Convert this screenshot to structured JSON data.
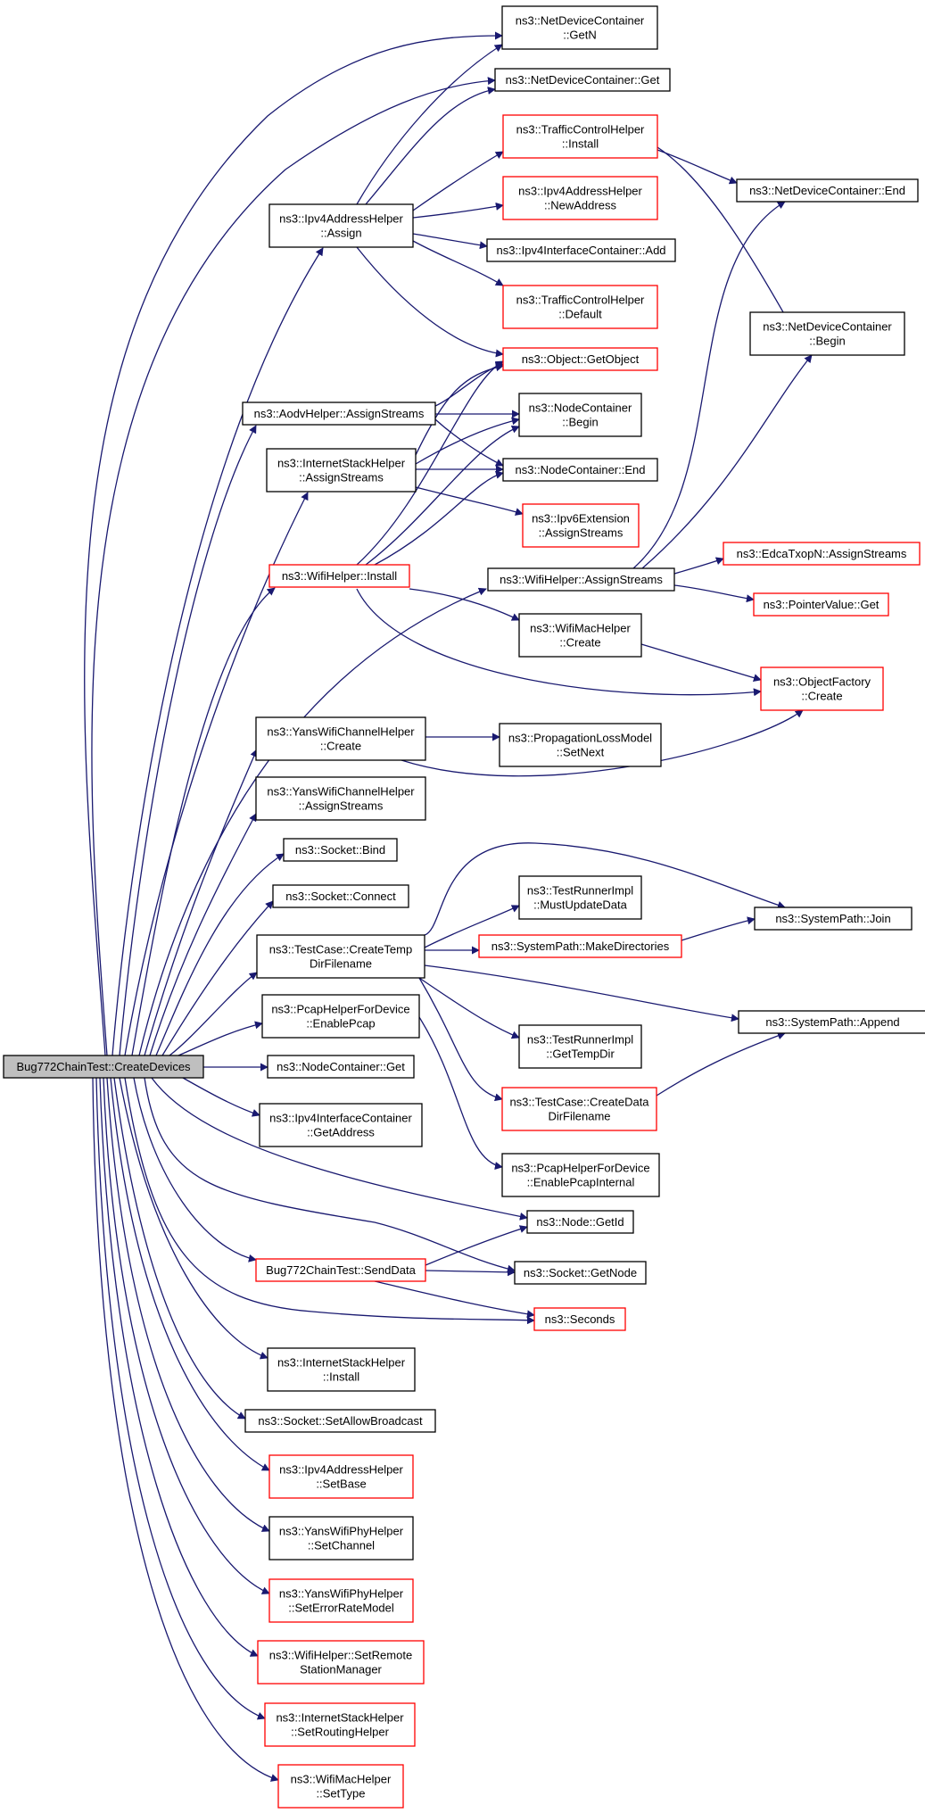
{
  "colors": {
    "edge": "#191970",
    "linked_border": "#000000",
    "undocumented_border": "#ff0000",
    "root_fill": "#bfbfbf"
  },
  "nodes": {
    "root": {
      "lines": [
        "Bug772ChainTest::CreateDevices"
      ],
      "style": "root"
    },
    "ndc_getn": {
      "lines": [
        "ns3::NetDeviceContainer",
        "::GetN"
      ],
      "style": "black"
    },
    "ndc_get": {
      "lines": [
        "ns3::NetDeviceContainer::Get"
      ],
      "style": "black"
    },
    "tch_install": {
      "lines": [
        "ns3::TrafficControlHelper",
        "::Install"
      ],
      "style": "red"
    },
    "ndc_end": {
      "lines": [
        "ns3::NetDeviceContainer::End"
      ],
      "style": "black"
    },
    "ipv4ah_newaddress": {
      "lines": [
        "ns3::Ipv4AddressHelper",
        "::NewAddress"
      ],
      "style": "red"
    },
    "ipv4ah_assign": {
      "lines": [
        "ns3::Ipv4AddressHelper",
        "::Assign"
      ],
      "style": "black"
    },
    "ipv4ic_add": {
      "lines": [
        "ns3::Ipv4InterfaceContainer::Add"
      ],
      "style": "black"
    },
    "tch_default": {
      "lines": [
        "ns3::TrafficControlHelper",
        "::Default"
      ],
      "style": "red"
    },
    "ndc_begin": {
      "lines": [
        "ns3::NetDeviceContainer",
        "::Begin"
      ],
      "style": "black"
    },
    "object_getobject": {
      "lines": [
        "ns3::Object::GetObject"
      ],
      "style": "red"
    },
    "aodv_assignstreams": {
      "lines": [
        "ns3::AodvHelper::AssignStreams"
      ],
      "style": "black"
    },
    "nc_begin": {
      "lines": [
        "ns3::NodeContainer",
        "::Begin"
      ],
      "style": "black"
    },
    "ish_assignstreams": {
      "lines": [
        "ns3::InternetStackHelper",
        "::AssignStreams"
      ],
      "style": "black"
    },
    "nc_end": {
      "lines": [
        "ns3::NodeContainer::End"
      ],
      "style": "black"
    },
    "ipv6ext_assignstreams": {
      "lines": [
        "ns3::Ipv6Extension",
        "::AssignStreams"
      ],
      "style": "red"
    },
    "edca_assignstreams": {
      "lines": [
        "ns3::EdcaTxopN::AssignStreams"
      ],
      "style": "red"
    },
    "wifi_install": {
      "lines": [
        "ns3::WifiHelper::Install"
      ],
      "style": "red"
    },
    "wifi_assignstreams": {
      "lines": [
        "ns3::WifiHelper::AssignStreams"
      ],
      "style": "black"
    },
    "pointervalue_get": {
      "lines": [
        "ns3::PointerValue::Get"
      ],
      "style": "red"
    },
    "wifimac_create": {
      "lines": [
        "ns3::WifiMacHelper",
        "::Create"
      ],
      "style": "black"
    },
    "objectfactory_create": {
      "lines": [
        "ns3::ObjectFactory",
        "::Create"
      ],
      "style": "red"
    },
    "yanschan_create": {
      "lines": [
        "ns3::YansWifiChannelHelper",
        "::Create"
      ],
      "style": "black"
    },
    "plm_setnext": {
      "lines": [
        "ns3::PropagationLossModel",
        "::SetNext"
      ],
      "style": "black"
    },
    "yanschan_assignstreams": {
      "lines": [
        "ns3::YansWifiChannelHelper",
        "::AssignStreams"
      ],
      "style": "black"
    },
    "socket_bind": {
      "lines": [
        "ns3::Socket::Bind"
      ],
      "style": "black"
    },
    "socket_connect": {
      "lines": [
        "ns3::Socket::Connect"
      ],
      "style": "black"
    },
    "tri_mustupdate": {
      "lines": [
        "ns3::TestRunnerImpl",
        "::MustUpdateData"
      ],
      "style": "black"
    },
    "systempath_join": {
      "lines": [
        "ns3::SystemPath::Join"
      ],
      "style": "black"
    },
    "testcase_createtemp": {
      "lines": [
        "ns3::TestCase::CreateTemp",
        "DirFilename"
      ],
      "style": "black"
    },
    "systempath_makedirs": {
      "lines": [
        "ns3::SystemPath::MakeDirectories"
      ],
      "style": "red"
    },
    "pcap_enablepcap": {
      "lines": [
        "ns3::PcapHelperForDevice",
        "::EnablePcap"
      ],
      "style": "black"
    },
    "systempath_append": {
      "lines": [
        "ns3::SystemPath::Append"
      ],
      "style": "black"
    },
    "tri_gettempdir": {
      "lines": [
        "ns3::TestRunnerImpl",
        "::GetTempDir"
      ],
      "style": "black"
    },
    "nc_get": {
      "lines": [
        "ns3::NodeContainer::Get"
      ],
      "style": "black"
    },
    "testcase_createdata": {
      "lines": [
        "ns3::TestCase::CreateData",
        "DirFilename"
      ],
      "style": "red"
    },
    "ipv4ic_getaddress": {
      "lines": [
        "ns3::Ipv4InterfaceContainer",
        "::GetAddress"
      ],
      "style": "black"
    },
    "pcap_enablepcapinternal": {
      "lines": [
        "ns3::PcapHelperForDevice",
        "::EnablePcapInternal"
      ],
      "style": "black"
    },
    "node_getid": {
      "lines": [
        "ns3::Node::GetId"
      ],
      "style": "black"
    },
    "senddata": {
      "lines": [
        "Bug772ChainTest::SendData"
      ],
      "style": "red"
    },
    "socket_getnode": {
      "lines": [
        "ns3::Socket::GetNode"
      ],
      "style": "black"
    },
    "seconds": {
      "lines": [
        "ns3::Seconds"
      ],
      "style": "red"
    },
    "ish_install": {
      "lines": [
        "ns3::InternetStackHelper",
        "::Install"
      ],
      "style": "black"
    },
    "socket_setallowbroadcast": {
      "lines": [
        "ns3::Socket::SetAllowBroadcast"
      ],
      "style": "black"
    },
    "ipv4ah_setbase": {
      "lines": [
        "ns3::Ipv4AddressHelper",
        "::SetBase"
      ],
      "style": "red"
    },
    "yansphy_setchannel": {
      "lines": [
        "ns3::YansWifiPhyHelper",
        "::SetChannel"
      ],
      "style": "black"
    },
    "yansphy_seterrorratemodel": {
      "lines": [
        "ns3::YansWifiPhyHelper",
        "::SetErrorRateModel"
      ],
      "style": "red"
    },
    "wifi_setremotestation": {
      "lines": [
        "ns3::WifiHelper::SetRemote",
        "StationManager"
      ],
      "style": "red"
    },
    "ish_setroutinghelper": {
      "lines": [
        "ns3::InternetStackHelper",
        "::SetRoutingHelper"
      ],
      "style": "red"
    },
    "wifimac_settype": {
      "lines": [
        "ns3::WifiMacHelper",
        "::SetType"
      ],
      "style": "red"
    }
  }
}
